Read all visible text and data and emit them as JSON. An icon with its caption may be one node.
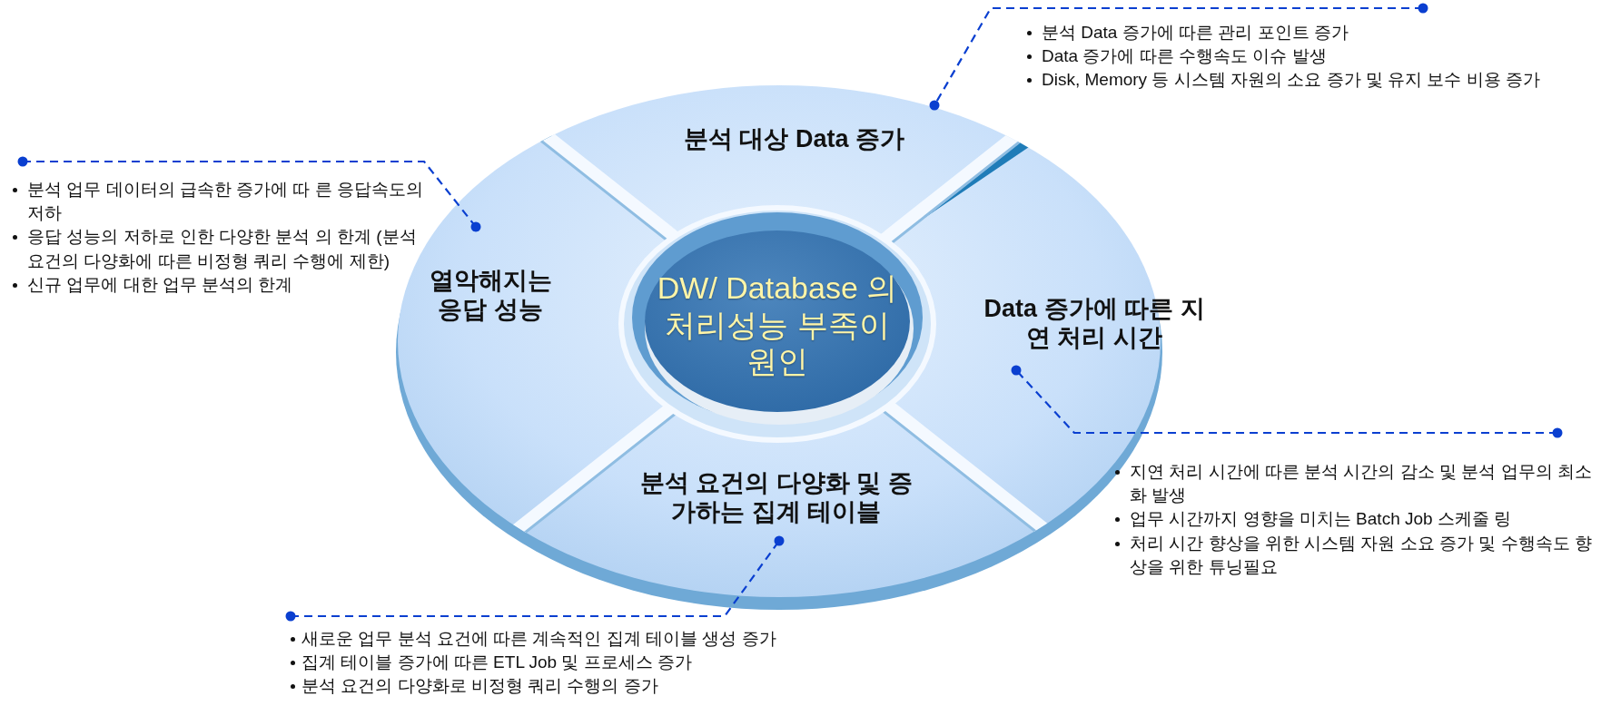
{
  "diagram": {
    "nodes": [
      {
        "text": [
          "DW/ Database 의 처리성능 부족이 원인"
        ]
      },
      {
        "text": [
          "분석 대상 Data 증가"
        ]
      },
      {
        "text": [
          "열악해지는 응답 성능"
        ]
      },
      {
        "text": [
          "Data 증가에 따른 지 연 처리 시간"
        ]
      },
      {
        "text": [
          "분석 요건의 다양화 및 증가하는 집계 테이블"
        ]
      },
      {
        "text": [
          "분석 Data 증가에 따른 관리 포인트 증가",
          "Data 증가에 따른 수행속도 이슈 발생",
          "Disk, Memory 등 시스템 자원의 소요 증가 및 유지 보수 비용 증가"
        ]
      },
      {
        "text": [
          "분석 업무 데이터의 급속한 증가에 따 른 응답속도의 저하",
          "응답 성능의 저하로 인한 다양한 분석 의 한계 (분석 요건의 다양화에 따른 비정형 쿼리 수행에 제한)",
          "신규 업무에 대한 업무 분석의 한계"
        ]
      },
      {
        "text": [
          "지연 처리 시간에 따른 분석 시간의 감소 및 분석 업무의 최소화 발생",
          "업무 시간까지 영향을 미치는 Batch Job 스케줄 링",
          "처리 시간 향상을 위한 시스템 자원 소요 증가 및 수행속도 향상을 위한 튜닝필요"
        ]
      },
      {
        "text": [
          "새로운 업무 분석 요건에 따른 계속적인 집계 테이블 생성 증가",
          "집계 테이블 증가에 따른 ETL Job 및 프로세스 증가",
          "분석 요건의 다양화로 비정형 쿼리 수행의 증가"
        ]
      }
    ],
    "edges": [
      {
        "from": 5,
        "to": 1,
        "arrow": "other",
        "style": "dashed"
      },
      {
        "from": 6,
        "to": 2,
        "arrow": "other",
        "style": "dashed"
      },
      {
        "from": 7,
        "to": 3,
        "arrow": "other",
        "style": "dashed"
      },
      {
        "from": 8,
        "to": 4,
        "arrow": "other",
        "style": "dashed"
      }
    ]
  }
}
